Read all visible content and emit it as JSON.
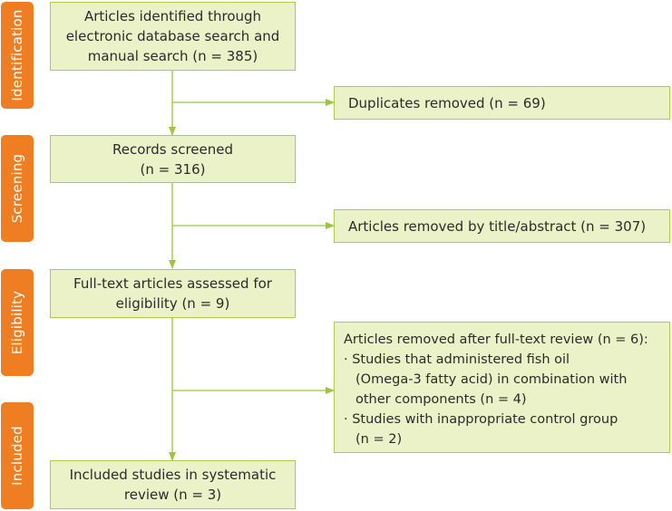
{
  "phases": {
    "identification": "Identification",
    "screening": "Screening",
    "eligibility": "Eligibility",
    "included": "Included"
  },
  "boxes": {
    "identified": {
      "lines": [
        "Articles identified through",
        "electronic database search and",
        "manual search (n = 385)"
      ]
    },
    "duplicates": {
      "text": "Duplicates removed (n = 69)"
    },
    "screened": {
      "lines": [
        "Records screened",
        "(n = 316)"
      ]
    },
    "removed_title": {
      "text": "Articles removed by title/abstract (n = 307)"
    },
    "fulltext": {
      "lines": [
        "Full-text articles assessed for",
        "eligibility (n = 9)"
      ]
    },
    "removed_fulltext": {
      "title": "Articles removed after full-text review (n = 6):",
      "items": [
        {
          "first": "· Studies that administered fish oil",
          "rest": [
            "(Omega-3 fatty acid) in combination with",
            "other components (n = 4)"
          ]
        },
        {
          "first": "· Studies with inappropriate control group",
          "rest": [
            "(n = 2)"
          ]
        }
      ]
    },
    "included": {
      "lines": [
        "Included studies in systematic",
        "review (n = 3)"
      ]
    }
  },
  "colors": {
    "phase_fill": "#ef7d22",
    "box_fill": "#ebf2c7",
    "box_border": "#a9cf4a",
    "arrow": "#9cc73a"
  }
}
